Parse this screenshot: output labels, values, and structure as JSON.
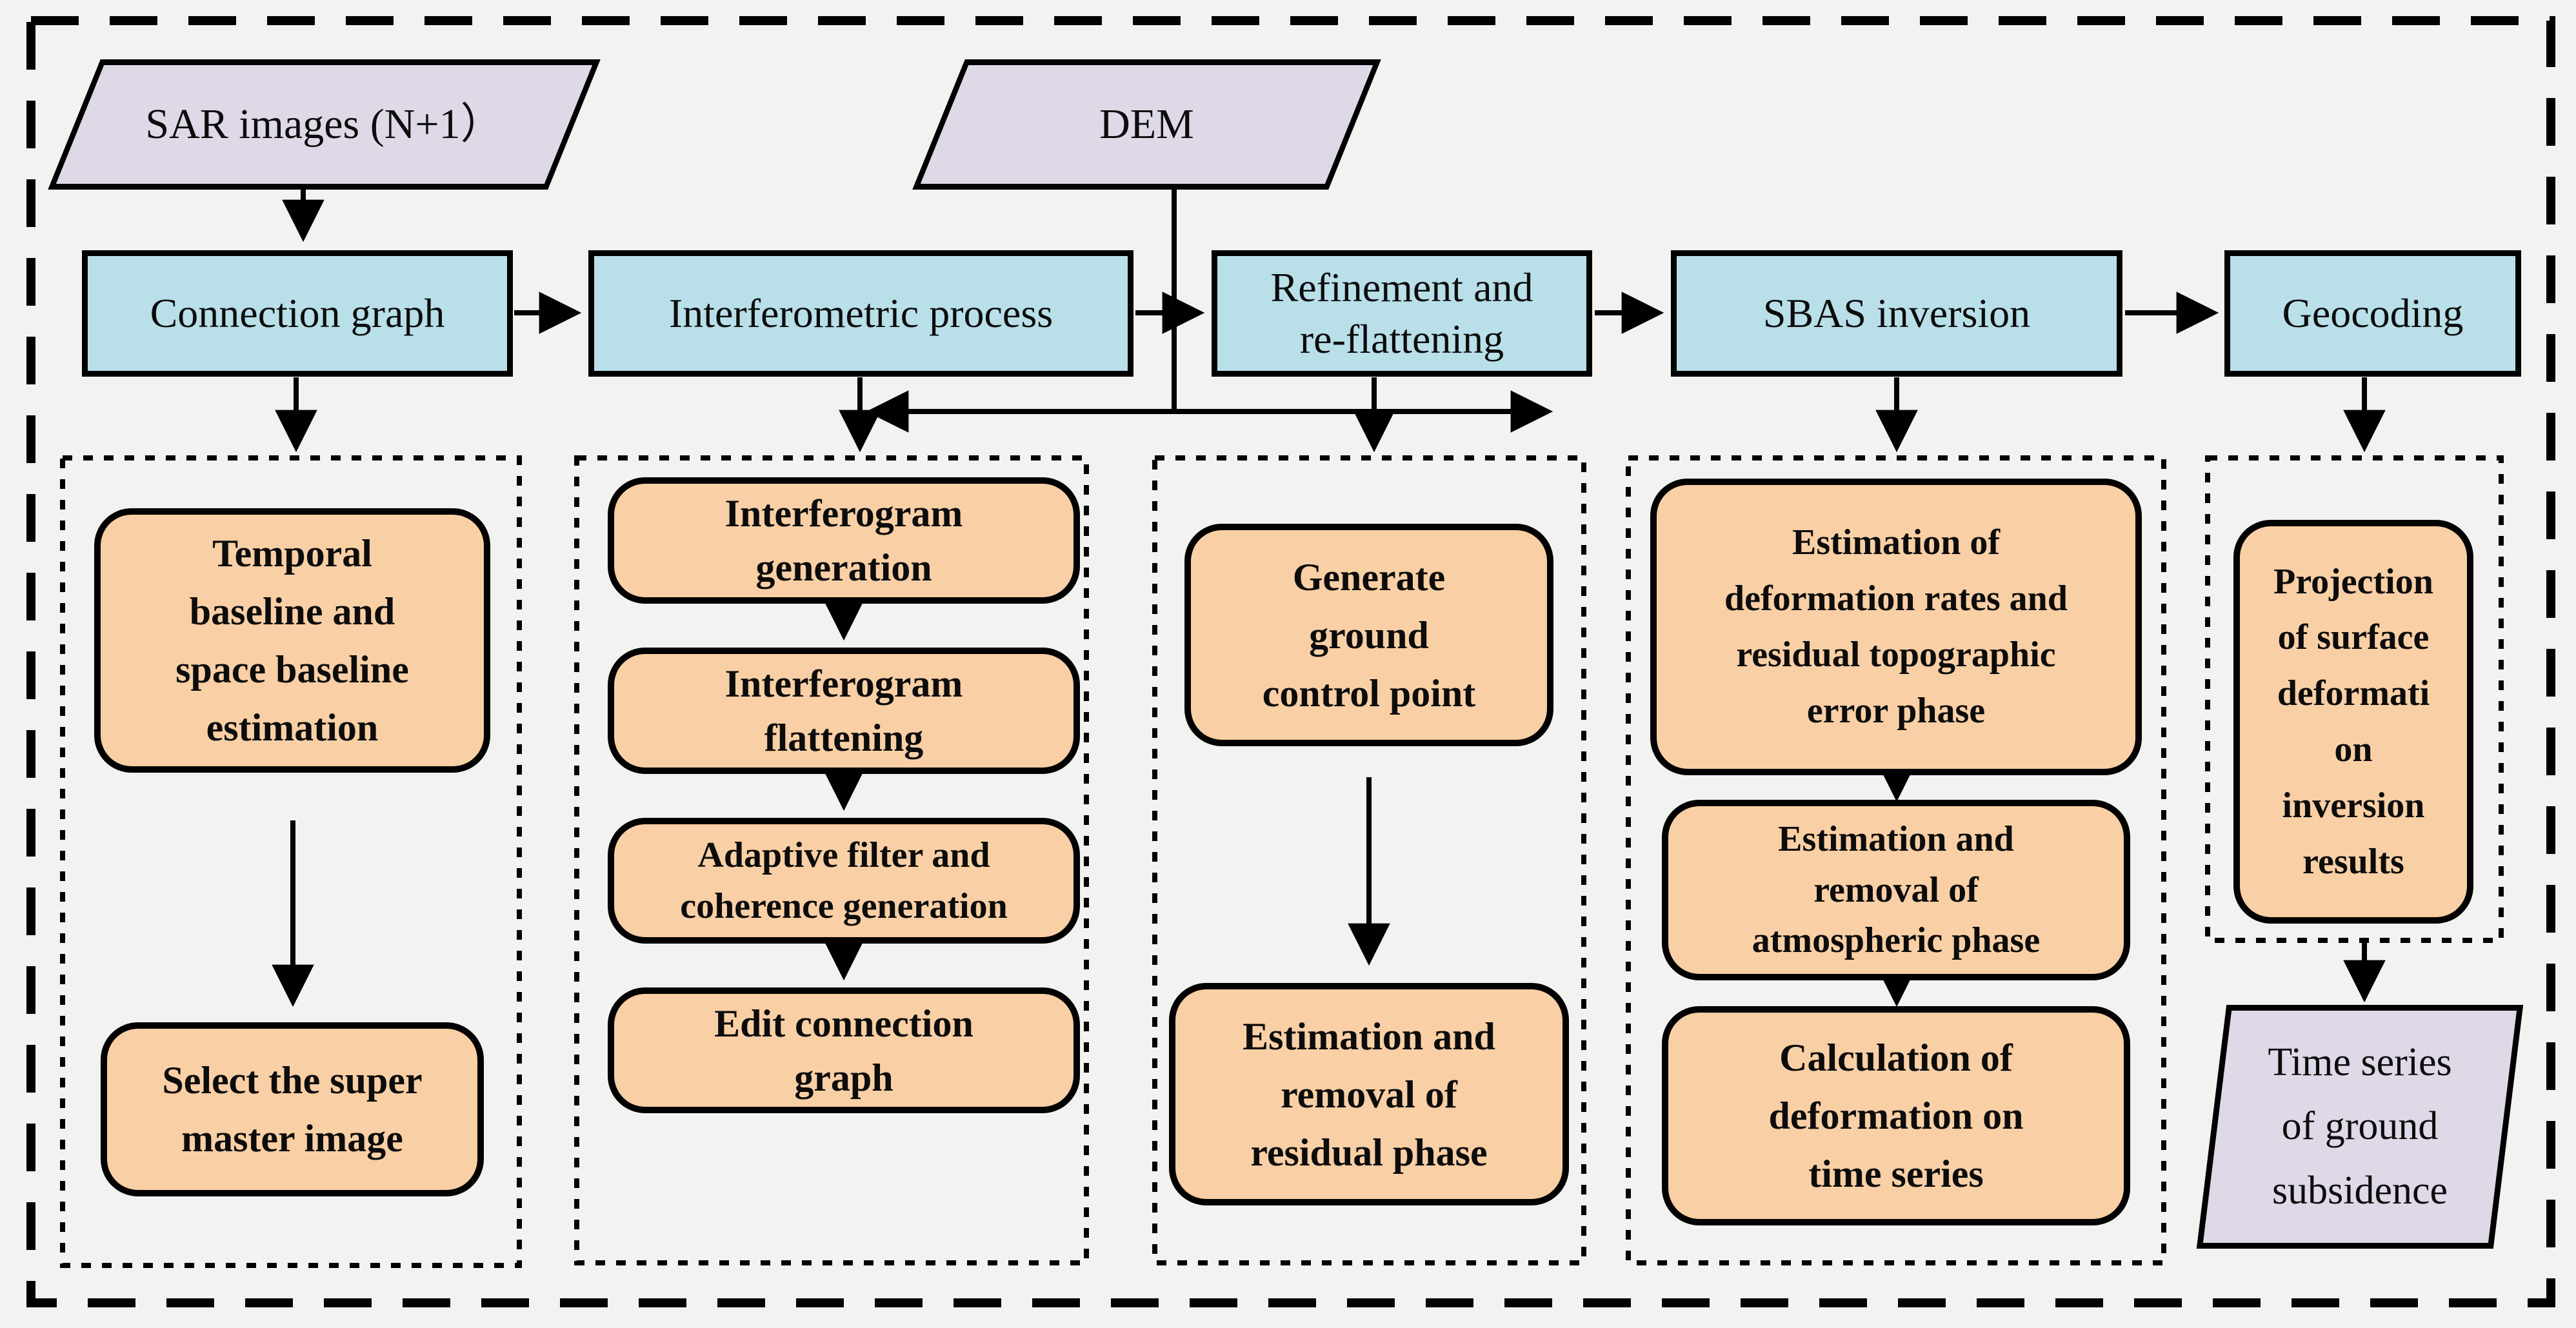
{
  "title": "SBAS-InSAR processing flowchart",
  "colors": {
    "bg": "#f2f2f0",
    "par_fill": "#ded8e7",
    "proc_fill": "#b9dfe9",
    "step_fill": "#f9cfa5",
    "line": "#010101",
    "text": "#0c0c0c"
  },
  "nodes": {
    "sar_images": {
      "label": "SAR images (N+1）"
    },
    "dem": {
      "label": "DEM"
    },
    "connection_graph": {
      "label": "Connection graph"
    },
    "interferometric_process": {
      "label": "Interferometric process"
    },
    "refinement": {
      "label": "Refinement and\nre-flattening"
    },
    "sbas_inversion": {
      "label": "SBAS inversion"
    },
    "geocoding": {
      "label": "Geocoding"
    },
    "temporal_baseline": {
      "label": "Temporal\nbaseline and\nspace baseline\nestimation"
    },
    "select_master": {
      "label": "Select the super\nmaster image"
    },
    "ifg_generation": {
      "label": "Interferogram\ngeneration"
    },
    "ifg_flattening": {
      "label": "Interferogram\nflattening"
    },
    "adaptive_filter": {
      "label": "Adaptive filter and\ncoherence generation"
    },
    "edit_connection": {
      "label": "Edit connection\ngraph"
    },
    "generate_gcp": {
      "label": "Generate\nground\ncontrol point"
    },
    "residual_phase": {
      "label": "Estimation and\nremoval of\nresidual phase"
    },
    "deformation_rates": {
      "label": "Estimation of\ndeformation rates and\nresidual topographic\nerror phase"
    },
    "atmospheric_phase": {
      "label": "Estimation and\nremoval of\natmospheric phase"
    },
    "deformation_series": {
      "label": "Calculation of\ndeformation on\ntime series"
    },
    "projection": {
      "label": "Projection\nof surface\ndeformati\non\ninversion\nresults"
    },
    "time_series": {
      "label": "Time series\nof ground\nsubsidence"
    }
  }
}
